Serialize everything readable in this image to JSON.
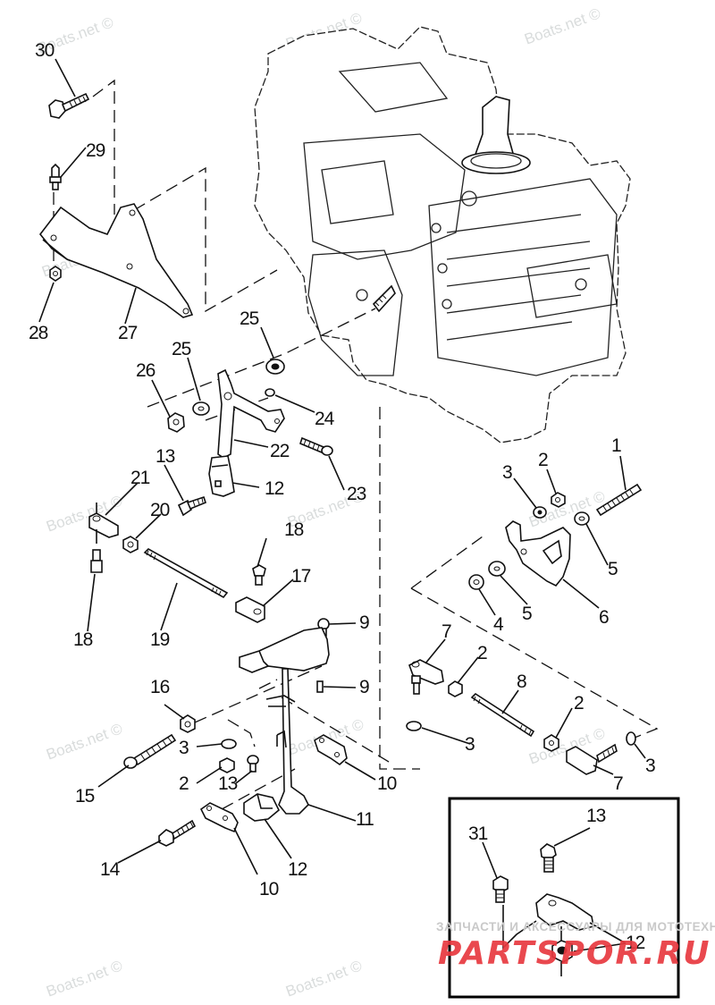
{
  "diagram": {
    "title": "Exploded parts diagram - outboard powerhead linkage",
    "callouts": [
      {
        "id": "c30",
        "label": "30"
      },
      {
        "id": "c29",
        "label": "29"
      },
      {
        "id": "c28",
        "label": "28"
      },
      {
        "id": "c27",
        "label": "27"
      },
      {
        "id": "c25a",
        "label": "25"
      },
      {
        "id": "c25b",
        "label": "25"
      },
      {
        "id": "c26",
        "label": "26"
      },
      {
        "id": "c24",
        "label": "24"
      },
      {
        "id": "c22",
        "label": "22"
      },
      {
        "id": "c23",
        "label": "23"
      },
      {
        "id": "c12a",
        "label": "12"
      },
      {
        "id": "c13a",
        "label": "13"
      },
      {
        "id": "c21",
        "label": "21"
      },
      {
        "id": "c20",
        "label": "20"
      },
      {
        "id": "c18a",
        "label": "18"
      },
      {
        "id": "c18b",
        "label": "18"
      },
      {
        "id": "c19",
        "label": "19"
      },
      {
        "id": "c17",
        "label": "17"
      },
      {
        "id": "c9a",
        "label": "9"
      },
      {
        "id": "c9b",
        "label": "9"
      },
      {
        "id": "c16",
        "label": "16"
      },
      {
        "id": "c3a",
        "label": "3"
      },
      {
        "id": "c2a",
        "label": "2"
      },
      {
        "id": "c13b",
        "label": "13"
      },
      {
        "id": "c15",
        "label": "15"
      },
      {
        "id": "c14",
        "label": "14"
      },
      {
        "id": "c10a",
        "label": "10"
      },
      {
        "id": "c10b",
        "label": "10"
      },
      {
        "id": "c11",
        "label": "11"
      },
      {
        "id": "c12b",
        "label": "12"
      },
      {
        "id": "c1",
        "label": "1"
      },
      {
        "id": "c2b",
        "label": "2"
      },
      {
        "id": "c3b",
        "label": "3"
      },
      {
        "id": "c5a",
        "label": "5"
      },
      {
        "id": "c4",
        "label": "4"
      },
      {
        "id": "c5b",
        "label": "5"
      },
      {
        "id": "c6",
        "label": "6"
      },
      {
        "id": "c7a",
        "label": "7"
      },
      {
        "id": "c2c",
        "label": "2"
      },
      {
        "id": "c8",
        "label": "8"
      },
      {
        "id": "c2d",
        "label": "2"
      },
      {
        "id": "c3c",
        "label": "3"
      },
      {
        "id": "c3d",
        "label": "3"
      },
      {
        "id": "c7b",
        "label": "7"
      },
      {
        "id": "c13c",
        "label": "13"
      },
      {
        "id": "c31",
        "label": "31"
      },
      {
        "id": "c12c",
        "label": "12"
      }
    ]
  },
  "watermarks": {
    "boats": "Boats.net ©",
    "banner_small": "ЗАПЧАСТИ И АКСЕССУАРЫ ДЛЯ МОТОТЕХНИКИ",
    "banner_big": "PARTSPOR.RU"
  },
  "colors": {
    "line": "#111111",
    "banner_red": "#e8393f",
    "watermark_gray": "#d9dcdc"
  }
}
